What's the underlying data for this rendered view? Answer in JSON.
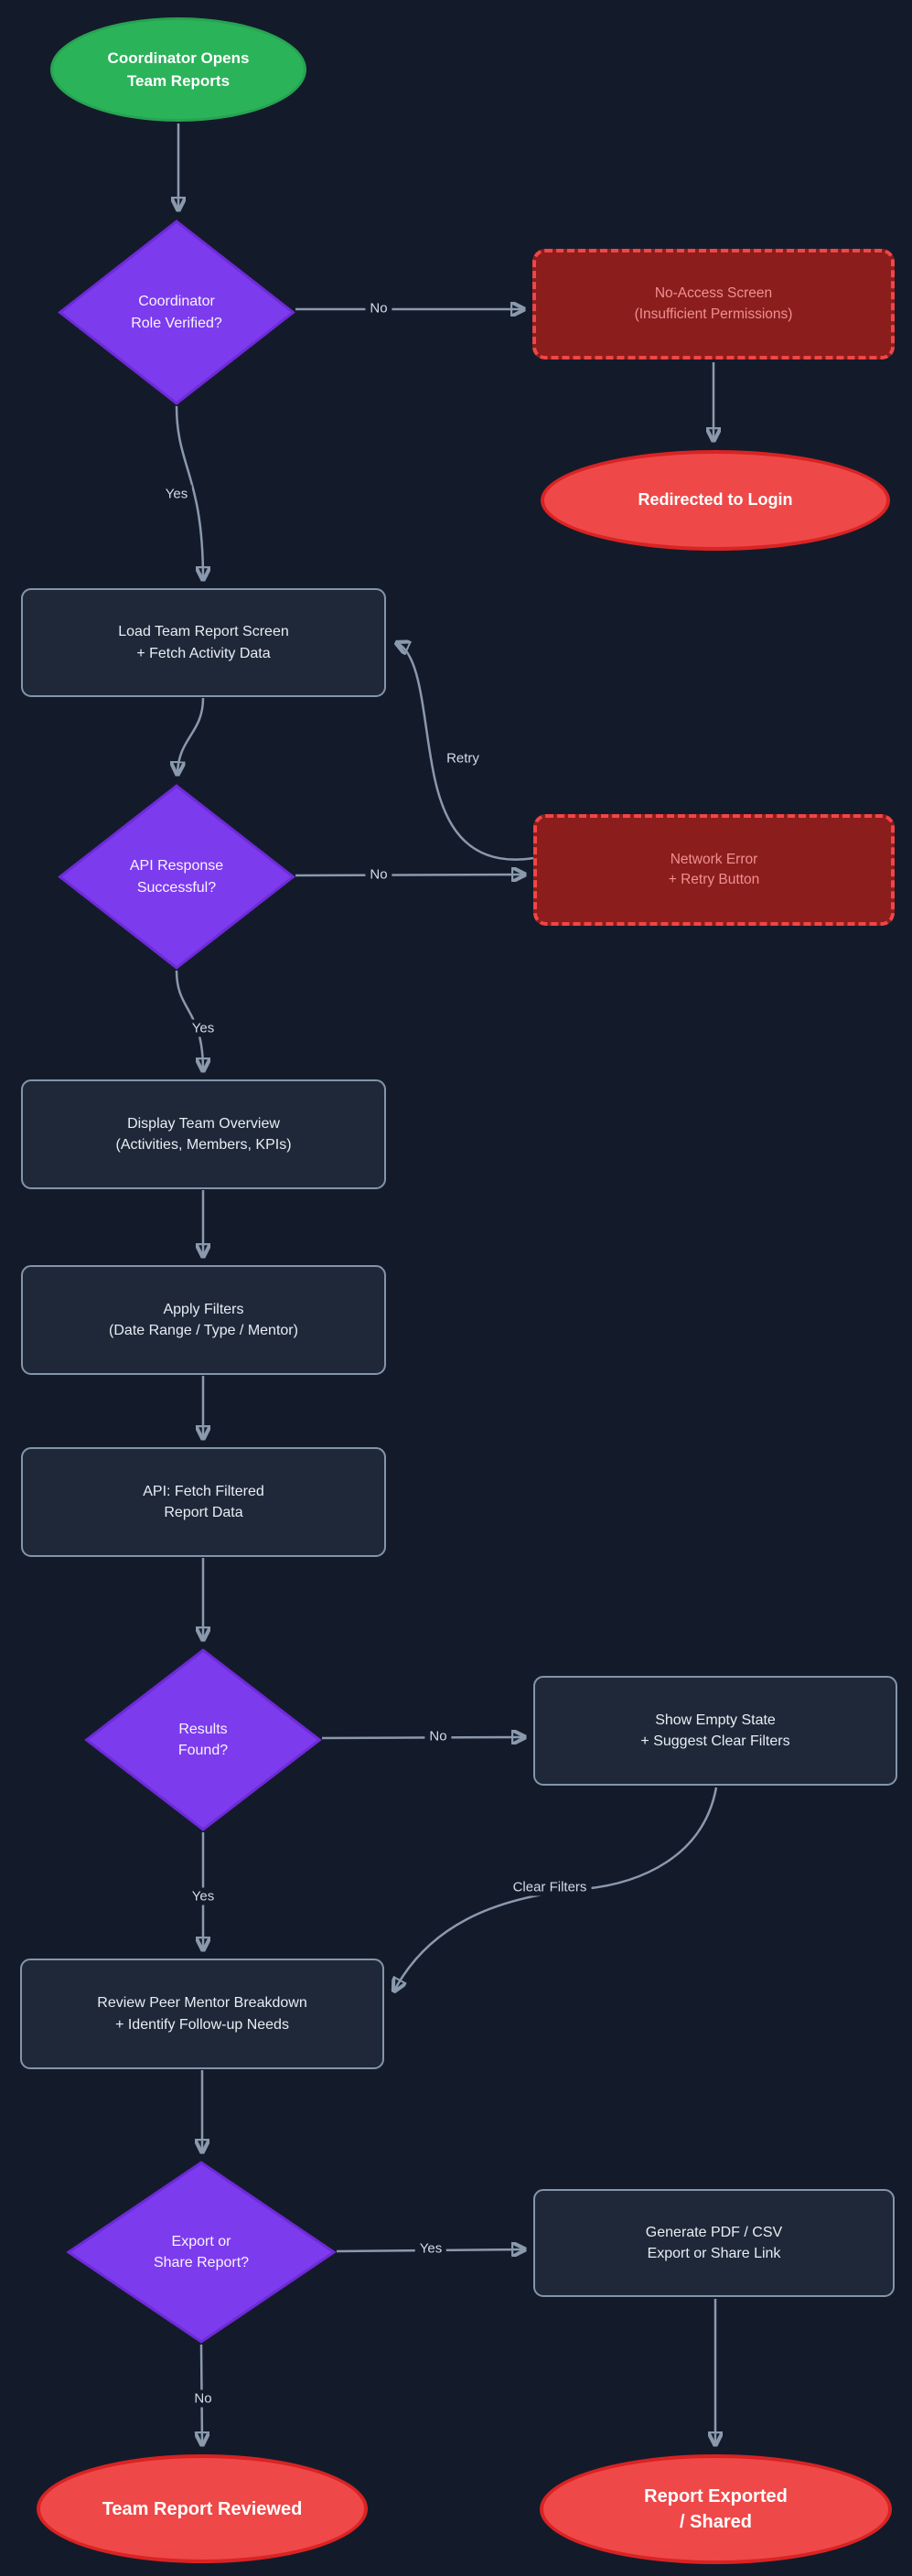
{
  "diagram": {
    "type": "flowchart",
    "background": "#131b2b",
    "colors": {
      "start_fill": "#2bb35a",
      "start_border": "#27a351",
      "decision_fill": "#7d3bee",
      "decision_border": "#6f2ad8",
      "process_fill": "#1e2838",
      "process_border": "#8495aa",
      "error_fill": "#8b1d1d",
      "error_border": "#f24545",
      "error_text": "#f09090",
      "end_fill": "#ef4848",
      "end_border": "#da2323",
      "edge_line": "#8b99ad",
      "edge_label_text": "#d3dbe6",
      "node_text": "#e8edf4"
    },
    "nodes": {
      "start": {
        "type": "start",
        "label": "Coordinator Opens\nTeam Reports"
      },
      "role_check": {
        "type": "decision",
        "label": "Coordinator\nRole Verified?"
      },
      "no_access": {
        "type": "error",
        "label": "No-Access Screen\n(Insufficient Permissions)"
      },
      "login": {
        "type": "end",
        "label": "Redirected to Login"
      },
      "load": {
        "type": "process",
        "label": "Load Team Report Screen\n+ Fetch Activity Data"
      },
      "api_check": {
        "type": "decision",
        "label": "API Response\nSuccessful?"
      },
      "network_error": {
        "type": "error",
        "label": "Network Error\n+ Retry Button"
      },
      "overview": {
        "type": "process",
        "label": "Display Team Overview\n(Activities, Members, KPIs)"
      },
      "filters": {
        "type": "process",
        "label": "Apply Filters\n(Date Range / Type / Mentor)"
      },
      "fetch_filtered": {
        "type": "process",
        "label": "API: Fetch Filtered\nReport Data"
      },
      "results_check": {
        "type": "decision",
        "label": "Results\nFound?"
      },
      "empty_state": {
        "type": "process",
        "label": "Show Empty State\n+ Suggest Clear Filters"
      },
      "review": {
        "type": "process",
        "label": "Review Peer Mentor Breakdown\n+ Identify Follow-up Needs"
      },
      "export_check": {
        "type": "decision",
        "label": "Export or\nShare Report?"
      },
      "generate": {
        "type": "process",
        "label": "Generate PDF / CSV\nExport or Share Link"
      },
      "reviewed": {
        "type": "end",
        "label": "Team Report Reviewed"
      },
      "exported": {
        "type": "end",
        "label": "Report Exported\n/ Shared"
      }
    },
    "edges": {
      "role_no": "No",
      "role_yes": "Yes",
      "api_no": "No",
      "api_retry": "Retry",
      "api_yes": "Yes",
      "results_no": "No",
      "results_yes": "Yes",
      "clear_filters": "Clear Filters",
      "export_yes": "Yes",
      "export_no": "No"
    }
  }
}
